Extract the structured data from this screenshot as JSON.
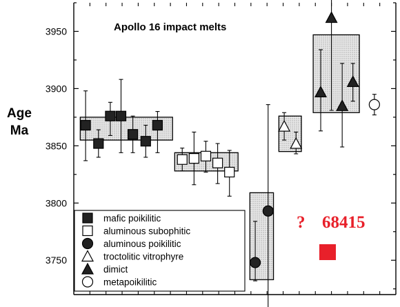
{
  "chart_data": {
    "type": "scatter",
    "title": "Apollo 16 impact melts",
    "ylabel": [
      "Age",
      "Ma"
    ],
    "ylim": [
      3720,
      3975
    ],
    "yticks": [
      3750,
      3800,
      3850,
      3900,
      3950
    ],
    "xlim": [
      0,
      30
    ],
    "grid": false,
    "legend_position": "bottom-left",
    "error_bars": true,
    "boxes": [
      {
        "group": "mafic poikilitic",
        "x": [
          0.6,
          9.2
        ],
        "y": [
          3855,
          3875
        ]
      },
      {
        "group": "aluminous subophitic",
        "x": [
          9.4,
          15.3
        ],
        "y": [
          3828,
          3844
        ]
      },
      {
        "group": "aluminous poikilitic",
        "x": [
          16.4,
          18.6
        ],
        "y": [
          3733,
          3809
        ]
      },
      {
        "group": "troctolitic vitrophyre",
        "x": [
          19.1,
          21.2
        ],
        "y": [
          3845,
          3876
        ]
      },
      {
        "group": "dimict",
        "x": [
          22.3,
          26.6
        ],
        "y": [
          3879,
          3947
        ]
      }
    ],
    "series": [
      {
        "name": "mafic poikilitic",
        "marker": "square-filled",
        "points": [
          {
            "x": 1.1,
            "y": 3868,
            "lo": 3837,
            "hi": 3898
          },
          {
            "x": 2.3,
            "y": 3852,
            "lo": 3840,
            "hi": 3864
          },
          {
            "x": 3.4,
            "y": 3876,
            "lo": 3859,
            "hi": 3888
          },
          {
            "x": 4.4,
            "y": 3876,
            "lo": 3844,
            "hi": 3908
          },
          {
            "x": 5.5,
            "y": 3860,
            "lo": 3844,
            "hi": 3876
          },
          {
            "x": 6.7,
            "y": 3854,
            "lo": 3840,
            "hi": 3868
          },
          {
            "x": 7.8,
            "y": 3868,
            "lo": 3844,
            "hi": 3880
          }
        ]
      },
      {
        "name": "aluminous subophitic",
        "marker": "square-open",
        "points": [
          {
            "x": 10.1,
            "y": 3838,
            "lo": 3828,
            "hi": 3848
          },
          {
            "x": 11.2,
            "y": 3839,
            "lo": 3816,
            "hi": 3862
          },
          {
            "x": 12.3,
            "y": 3841,
            "lo": 3827,
            "hi": 3854
          },
          {
            "x": 13.4,
            "y": 3835,
            "lo": 3817,
            "hi": 3852
          },
          {
            "x": 14.5,
            "y": 3827,
            "lo": 3806,
            "hi": 3846
          }
        ]
      },
      {
        "name": "aluminous poikilitic",
        "marker": "circle-filled",
        "points": [
          {
            "x": 16.9,
            "y": 3748,
            "lo": 3732,
            "hi": 3784
          },
          {
            "x": 18.1,
            "y": 3793,
            "lo": 3708,
            "hi": 3886
          }
        ]
      },
      {
        "name": "troctolitic vitrophyre",
        "marker": "triangle-open",
        "points": [
          {
            "x": 19.6,
            "y": 3867,
            "lo": 3855,
            "hi": 3879
          },
          {
            "x": 20.7,
            "y": 3852,
            "lo": 3843,
            "hi": 3862
          }
        ]
      },
      {
        "name": "dimict",
        "marker": "triangle-filled",
        "points": [
          {
            "x": 23.0,
            "y": 3897,
            "lo": 3863,
            "hi": 3934
          },
          {
            "x": 24.0,
            "y": 3962,
            "lo": 3881,
            "hi": 3978
          },
          {
            "x": 25.0,
            "y": 3885,
            "lo": 3849,
            "hi": 3922
          },
          {
            "x": 26.0,
            "y": 3906,
            "lo": 3889,
            "hi": 3922
          }
        ]
      },
      {
        "name": "metapoikilitic",
        "marker": "circle-open",
        "points": [
          {
            "x": 28.0,
            "y": 3886,
            "lo": 3877,
            "hi": 3895
          }
        ]
      }
    ],
    "annotations": [
      {
        "text": "?",
        "color": "#e8202a"
      },
      {
        "text": "68415",
        "color": "#e8202a"
      }
    ]
  }
}
